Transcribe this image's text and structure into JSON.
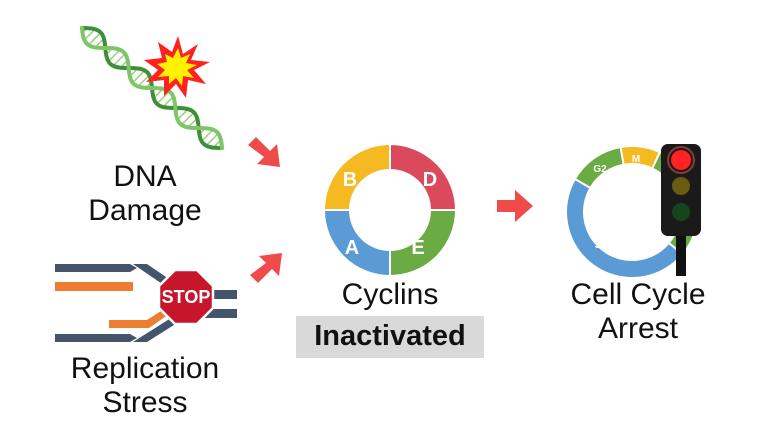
{
  "inputs": {
    "dna_damage": {
      "line1": "DNA",
      "line2": "Damage"
    },
    "replication_stress": {
      "line1": "Replication",
      "line2": "Stress",
      "stop_sign": "STOP"
    }
  },
  "cyclins": {
    "label": "Cyclins",
    "status": "Inactivated",
    "segments": [
      {
        "letter": "B",
        "color": "#f5b921"
      },
      {
        "letter": "D",
        "color": "#db4a5c"
      },
      {
        "letter": "E",
        "color": "#6aab44"
      },
      {
        "letter": "A",
        "color": "#5b9bd5"
      }
    ]
  },
  "outcome": {
    "line1": "Cell Cycle",
    "line2": "Arrest",
    "phases": [
      {
        "label": "G2",
        "color": "#6aab44"
      },
      {
        "label": "M",
        "color": "#f5b921"
      },
      {
        "label": "S",
        "color": "#5b9bd5"
      }
    ],
    "traffic_light": [
      "red",
      "amber",
      "green"
    ]
  },
  "colors": {
    "arrow": "#ef4b4b",
    "strand": "#44546a",
    "primer": "#ed7d31",
    "stop": "#c7162b"
  }
}
